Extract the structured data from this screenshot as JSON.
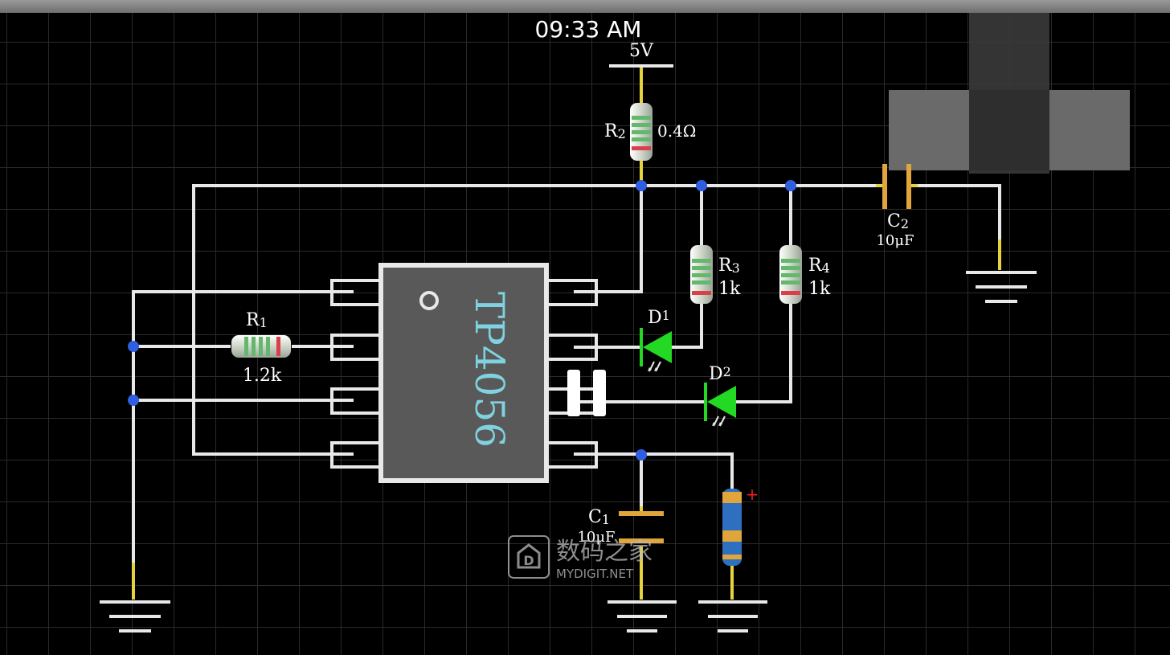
{
  "status_bar": {
    "time": "09:33 AM"
  },
  "colors": {
    "background": "#000000",
    "grid": "#2a2a2a",
    "wire": "#e8e8e8",
    "lead": "#e6d23c",
    "node": "#2f5fe0",
    "led": "#23d923",
    "chip_body": "#595959",
    "chip_text": "#7fd2e0",
    "cap_plate": "#e0a63c",
    "resistor_body": "#dce3d6",
    "resistor_band": "#63b86e",
    "resistor_end_band": "#d9404a"
  },
  "circuit": {
    "supply": {
      "label": "5V"
    },
    "chip": {
      "name": "TP4056"
    },
    "components": {
      "r1": {
        "ref": "R",
        "idx": "1",
        "value": "1.2k"
      },
      "r2": {
        "ref": "R",
        "idx": "2",
        "value": "0.4Ω"
      },
      "r3": {
        "ref": "R",
        "idx": "3",
        "value": "1k"
      },
      "r4": {
        "ref": "R",
        "idx": "4",
        "value": "1k"
      },
      "c1": {
        "ref": "C",
        "idx": "1",
        "value": "10μF"
      },
      "c2": {
        "ref": "C",
        "idx": "2",
        "value": "10μF"
      },
      "d1": {
        "ref": "D",
        "idx": "1"
      },
      "d2": {
        "ref": "D",
        "idx": "2"
      }
    },
    "battery": {
      "polarity": "+"
    }
  },
  "overlay": {
    "pause_icon": "pause-icon"
  },
  "watermark": {
    "cn": "数码之家",
    "en": "MYDIGIT.NET"
  }
}
